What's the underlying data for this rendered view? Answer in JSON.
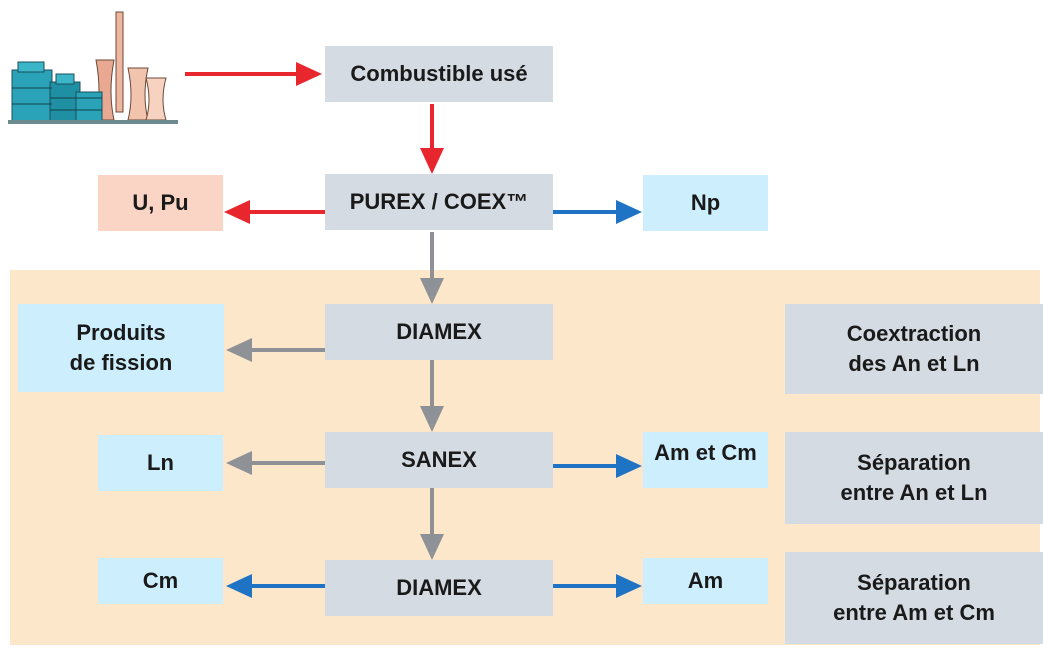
{
  "nodes": {
    "combustible": "Combustible usé",
    "purex": "PUREX / COEX™",
    "upu": "U, Pu",
    "np": "Np",
    "diamex1": "DIAMEX",
    "produits": "Produits\nde fission",
    "sanex": "SANEX",
    "ln": "Ln",
    "amcm": "Am et Cm",
    "diamex2": "DIAMEX",
    "cm": "Cm",
    "am": "Am"
  },
  "steps": {
    "coextraction": "Coextraction\ndes An et Ln",
    "separation_an_ln": "Séparation\nentre An et Ln",
    "separation_am_cm": "Séparation\nentre Am et Cm"
  },
  "icons": {
    "plant": "nuclear-plant-icon"
  },
  "colors": {
    "red_arrow": "#e8262d",
    "blue_arrow": "#1f73c4",
    "gray_arrow": "#8e9297",
    "gray_box": "#d5dbe2",
    "blue_box": "#cdeefc",
    "pink_box": "#fad4c4",
    "band": "#fde7ca"
  }
}
